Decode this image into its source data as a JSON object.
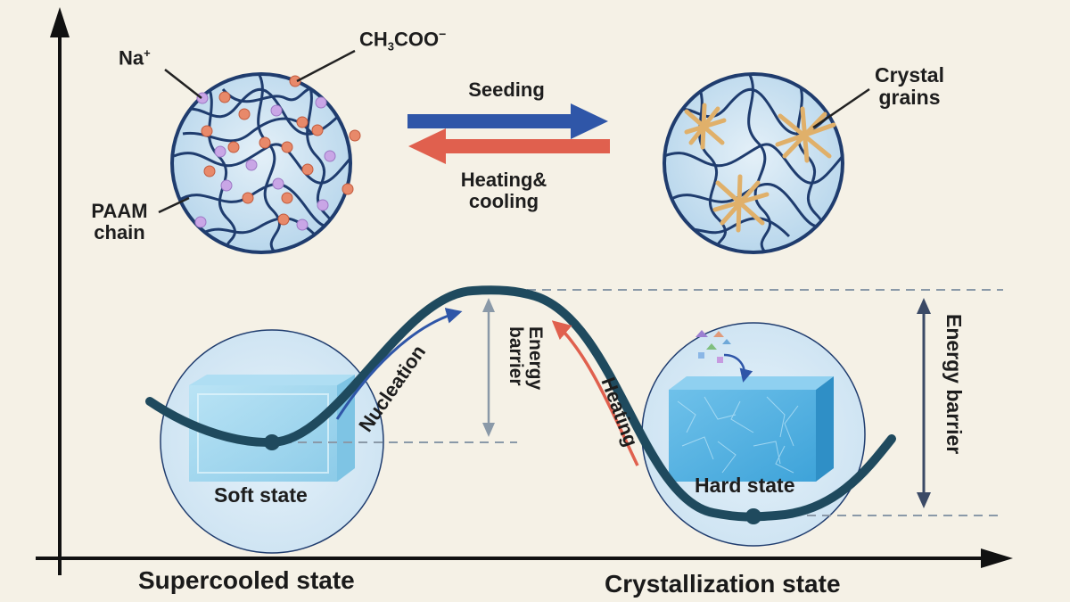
{
  "top": {
    "ion_na": "Na",
    "ion_na_sup": "+",
    "ion_acetate_prefix": "CH",
    "ion_acetate_sub": "3",
    "ion_acetate_suffix": "COO",
    "ion_acetate_sup": "−",
    "paam_line1": "PAAM",
    "paam_line2": "chain",
    "crystal_line1": "Crystal",
    "crystal_line2": "grains",
    "forward_label": "Seeding",
    "reverse_line1": "Heating&",
    "reverse_line2": "cooling"
  },
  "bottom": {
    "nucleation": "Nucleation",
    "barrier_left_line1": "Energy",
    "barrier_left_line2": "barrier",
    "heating": "Heating",
    "barrier_right": "Energy barrier",
    "soft_state": "Soft state",
    "hard_state": "Hard state"
  },
  "axis": {
    "x_left": "Supercooled state",
    "x_right": "Crystallization state"
  },
  "colors": {
    "background": "#f5f1e6",
    "network": "#1f3c6e",
    "gel": "#cfe4f2",
    "na_ion": "#c9a6e6",
    "acetate_ion": "#e8896a",
    "seeding_arrow": "#2f56a8",
    "heating_arrow": "#e0604e",
    "curve": "#1f4a5e",
    "crystal": "#e0b06a"
  }
}
